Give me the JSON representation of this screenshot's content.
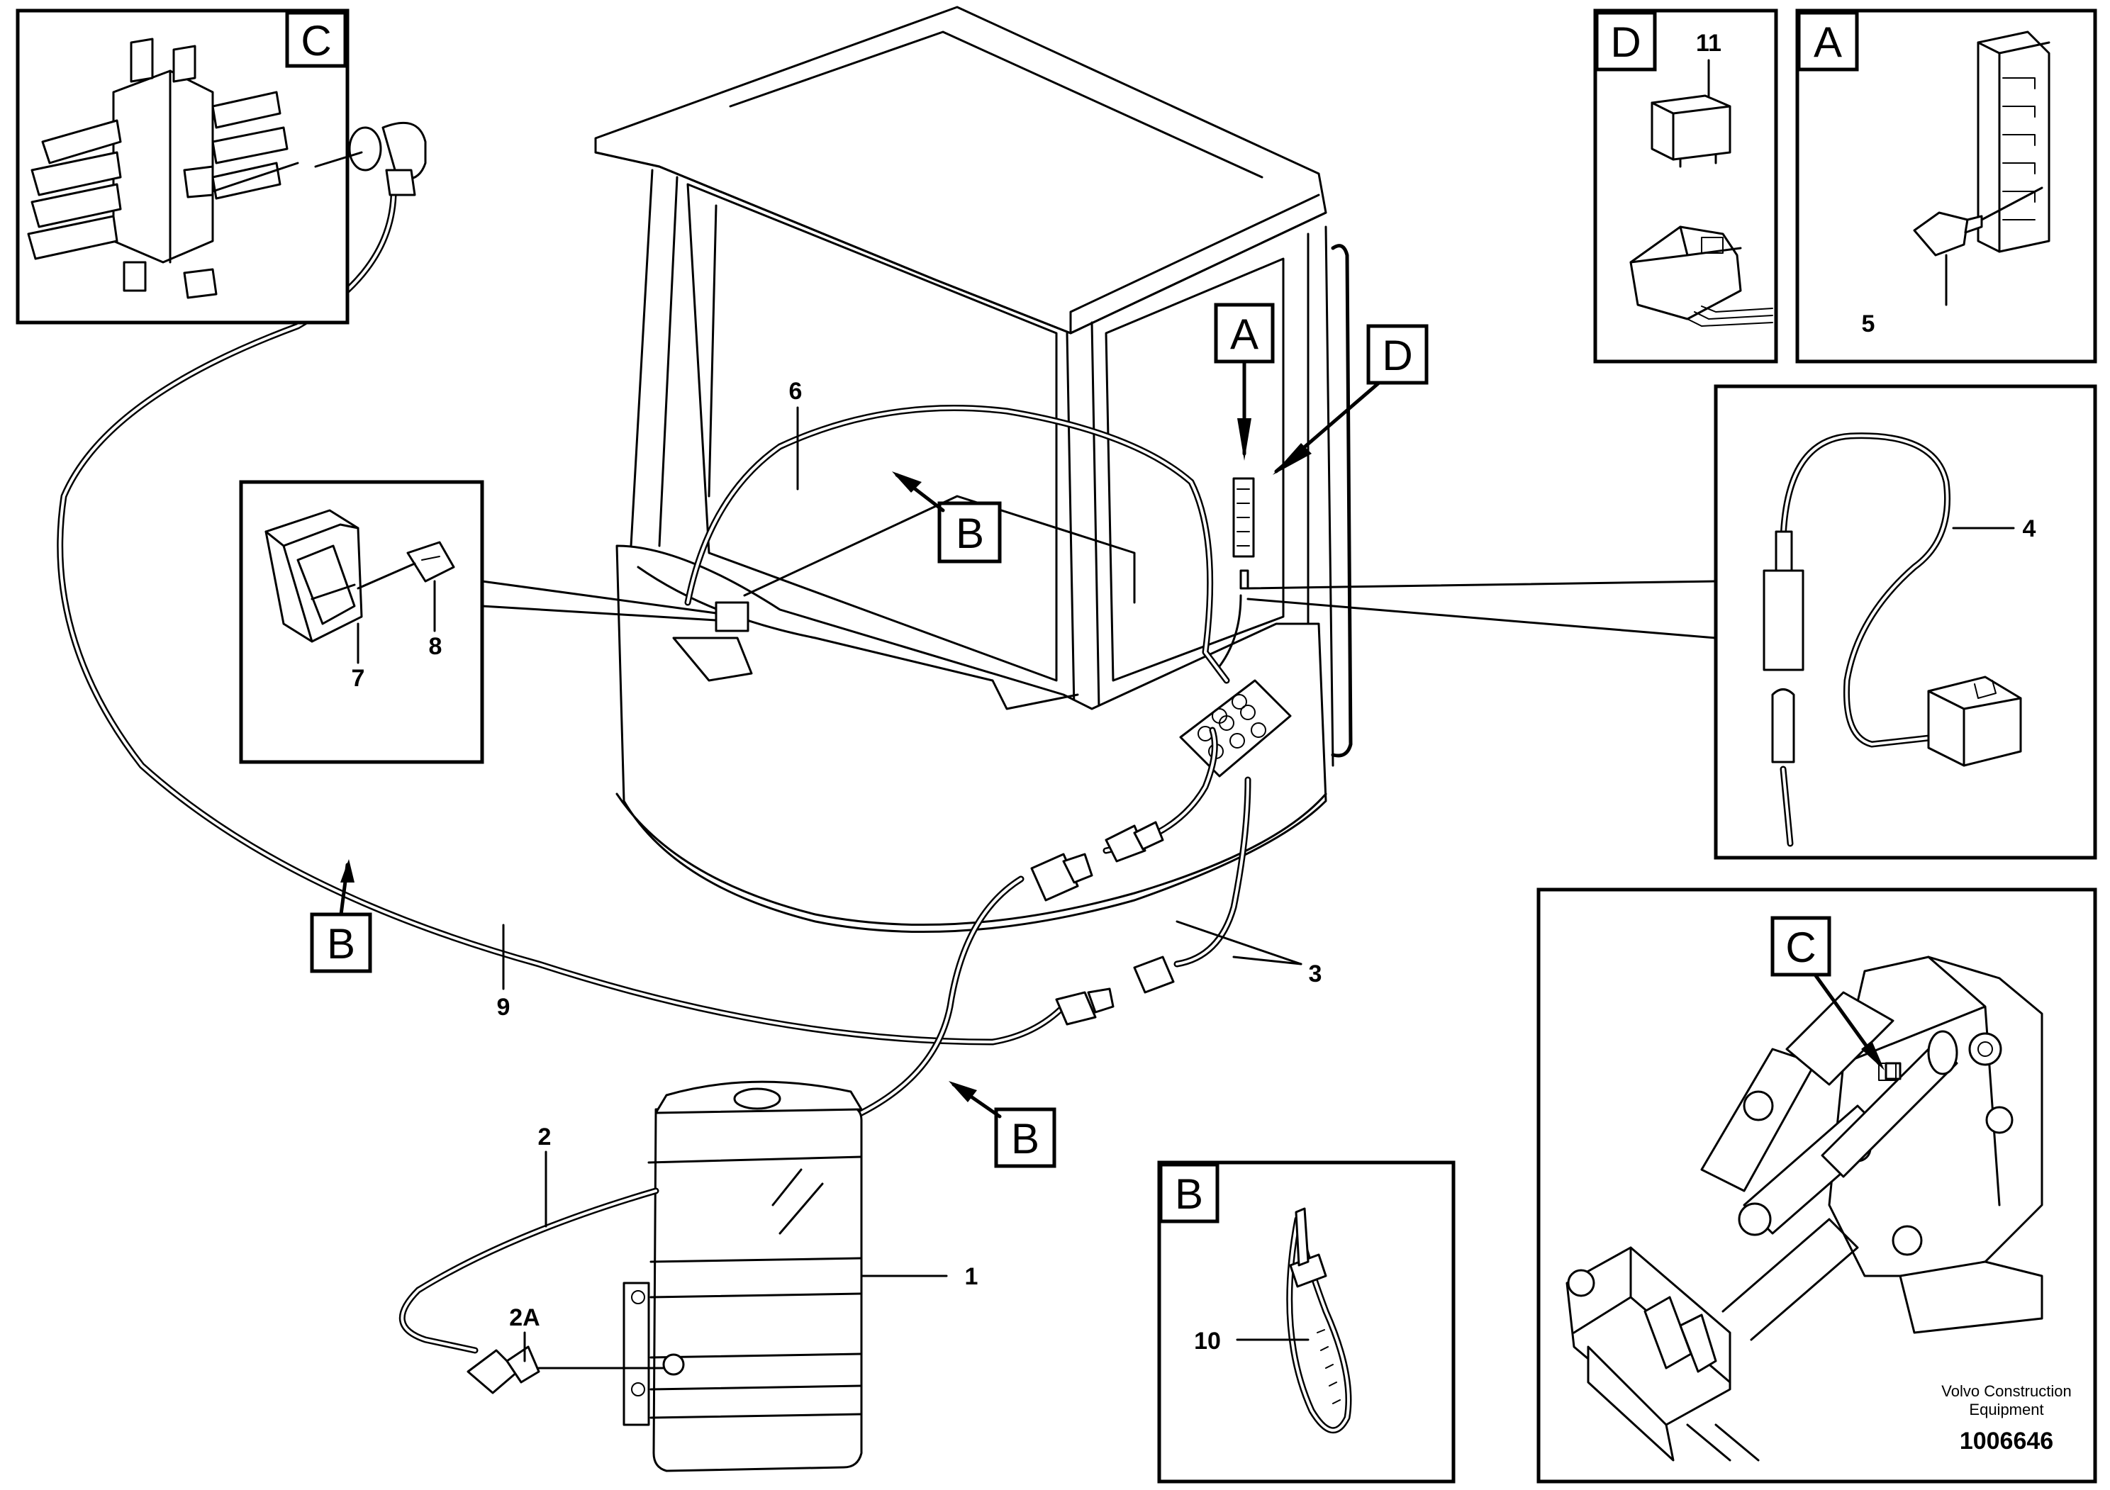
{
  "callouts": {
    "c1": "1",
    "c2": "2",
    "c2a": "2A",
    "c3": "3",
    "c4": "4",
    "c5": "5",
    "c6": "6",
    "c7": "7",
    "c8": "8",
    "c9": "9",
    "c10": "10",
    "c11": "11"
  },
  "detail_letters": {
    "a": "A",
    "b": "B",
    "c": "C",
    "d": "D"
  },
  "brand": {
    "line1": "Volvo Construction",
    "line2": "Equipment"
  },
  "drawing_number": "1006646"
}
